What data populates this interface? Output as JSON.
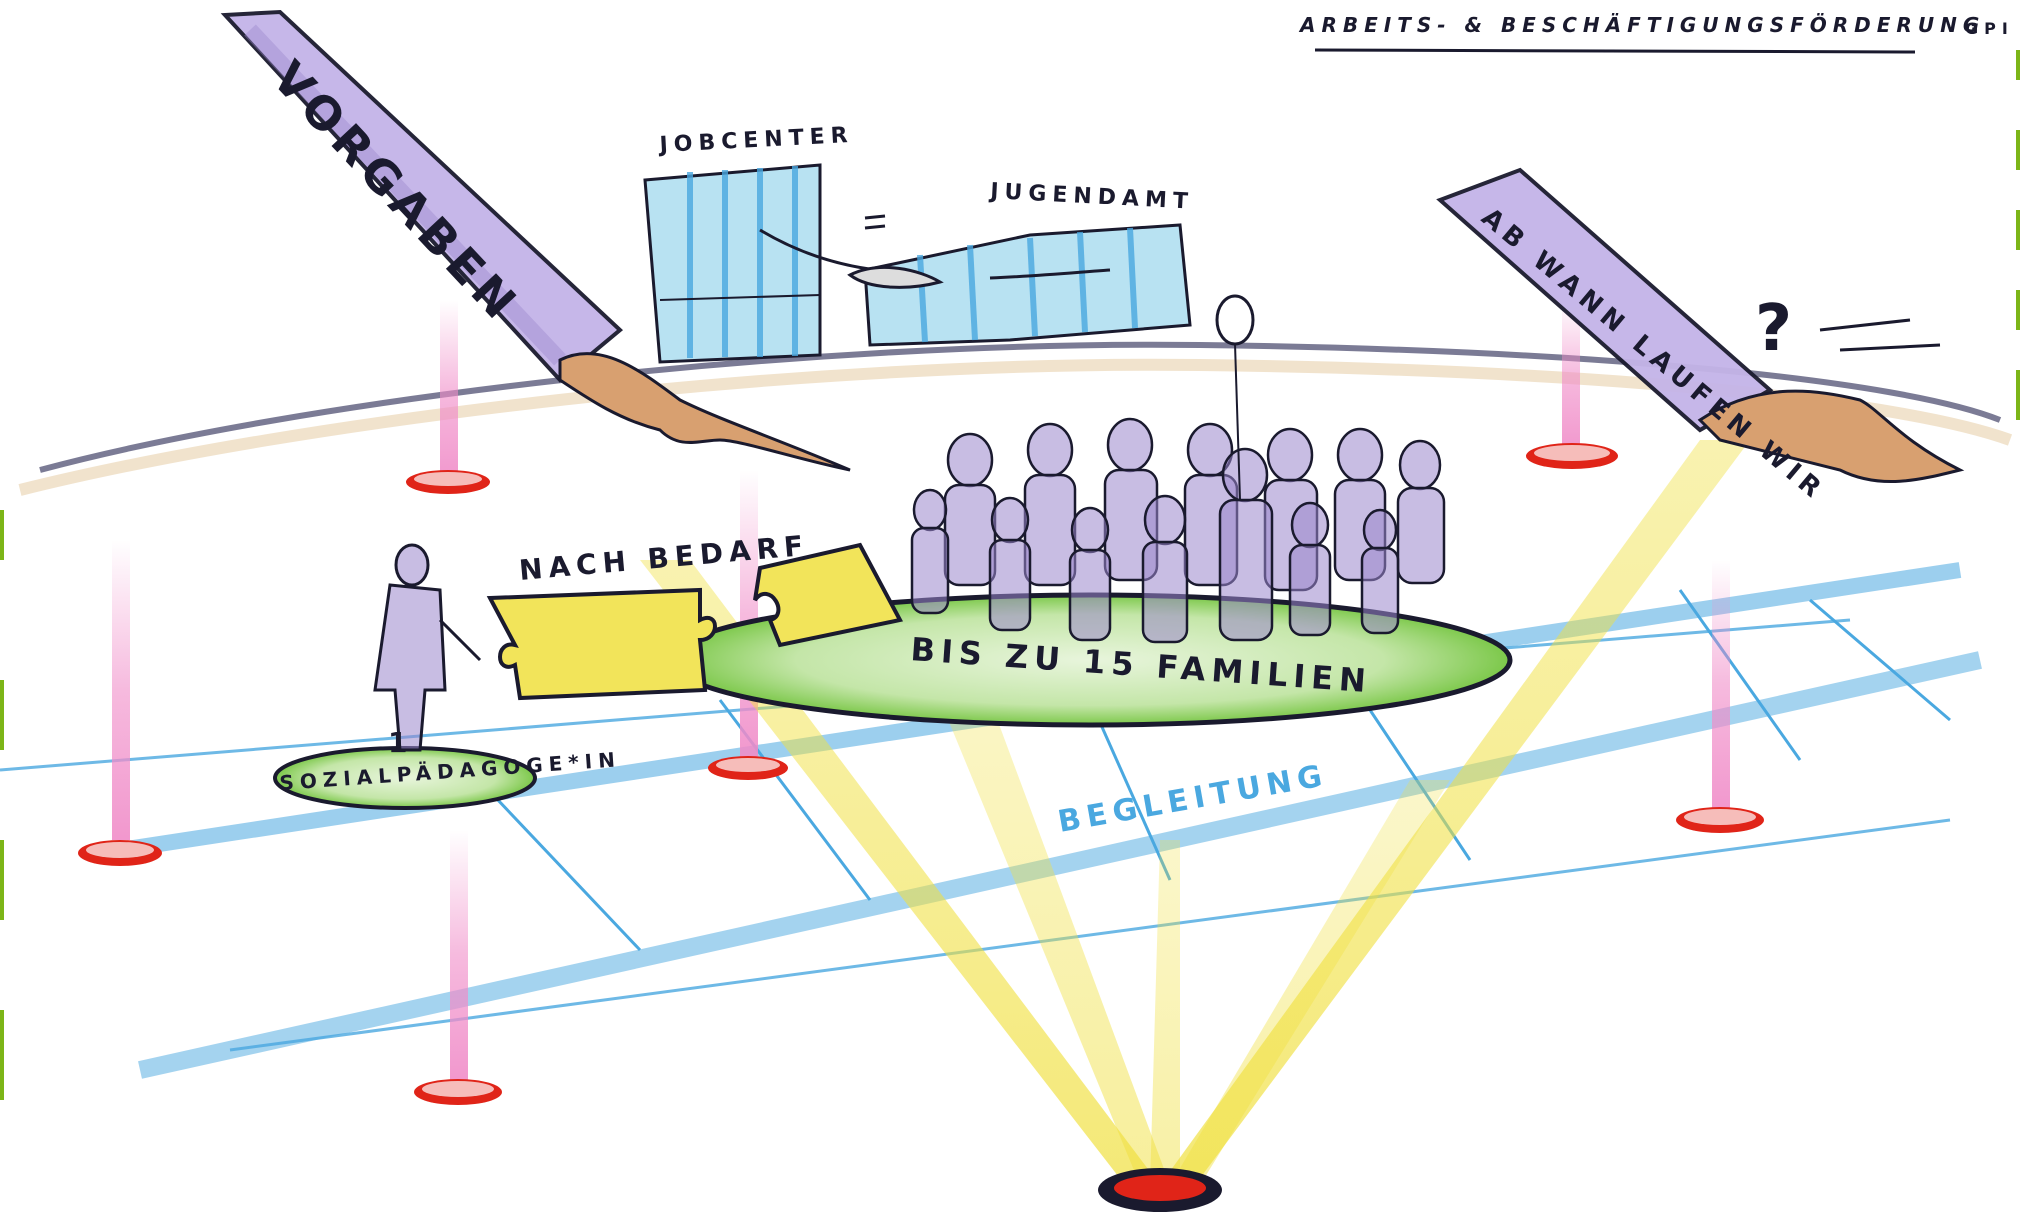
{
  "header": {
    "title": "ARBEITS- & BESCHÄFTIGUNGSFÖRDERUNG",
    "initials": "GPI"
  },
  "buildings": {
    "jobcenter": "JOBCENTER",
    "jugendamt": "JUGENDAMT"
  },
  "arms": {
    "left": "VORGABEN",
    "right": "AB WANN LAUFEN WIR"
  },
  "question_mark": "?",
  "labels": {
    "nach_bedarf": "NACH BEDARF",
    "families": "BIS ZU 15 FAMILIEN",
    "social_worker_count": "1",
    "social_worker": "SOZIALPÄDAGOGE*IN",
    "begleitung": "BEGLEITUNG"
  },
  "colors": {
    "ink": "#1a1a2e",
    "blue_grid": "#4aa8e0",
    "pink_pillar": "#f08cc8",
    "red_marker": "#e02418",
    "yellow_light": "#f0e040",
    "green_platform": "#7cc84a",
    "purple_people": "#9a86cc",
    "puzzle_yellow": "#f2e45a",
    "border_green": "#7cb518"
  }
}
